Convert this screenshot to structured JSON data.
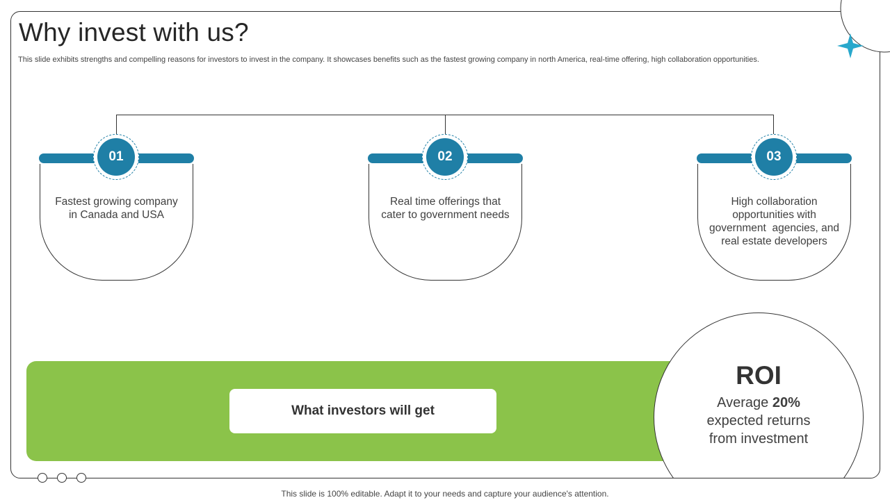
{
  "slide": {
    "title": "Why invest with us?",
    "subtitle": "This slide exhibits strengths and compelling reasons for investors to invest in the company. It showcases benefits such as the fastest growing company in north America, real-time offering, high collaboration opportunities.",
    "footer": "This slide is 100% editable. Adapt it to your needs and capture your audience's attention."
  },
  "cards": [
    {
      "number": "01",
      "line1": "Fastest growing company",
      "line2": "in Canada and USA",
      "line3": "",
      "line4": ""
    },
    {
      "number": "02",
      "line1": "Real time offerings that",
      "line2": "cater to government needs",
      "line3": "",
      "line4": ""
    },
    {
      "number": "03",
      "line1": "High collaboration",
      "line2": "opportunities with",
      "line3": "government  agencies, and",
      "line4": "real estate developers"
    }
  ],
  "investors": {
    "label": "What investors will get"
  },
  "roi": {
    "title": "ROI",
    "prefix": "Average ",
    "value": "20%",
    "line2": "expected returns",
    "line3": "from investment"
  },
  "colors": {
    "accent_blue": "#1f7fa6",
    "green": "#8bc34a",
    "star": "#29a8cc"
  },
  "icons": {
    "corner": "four-point-star-icon"
  }
}
